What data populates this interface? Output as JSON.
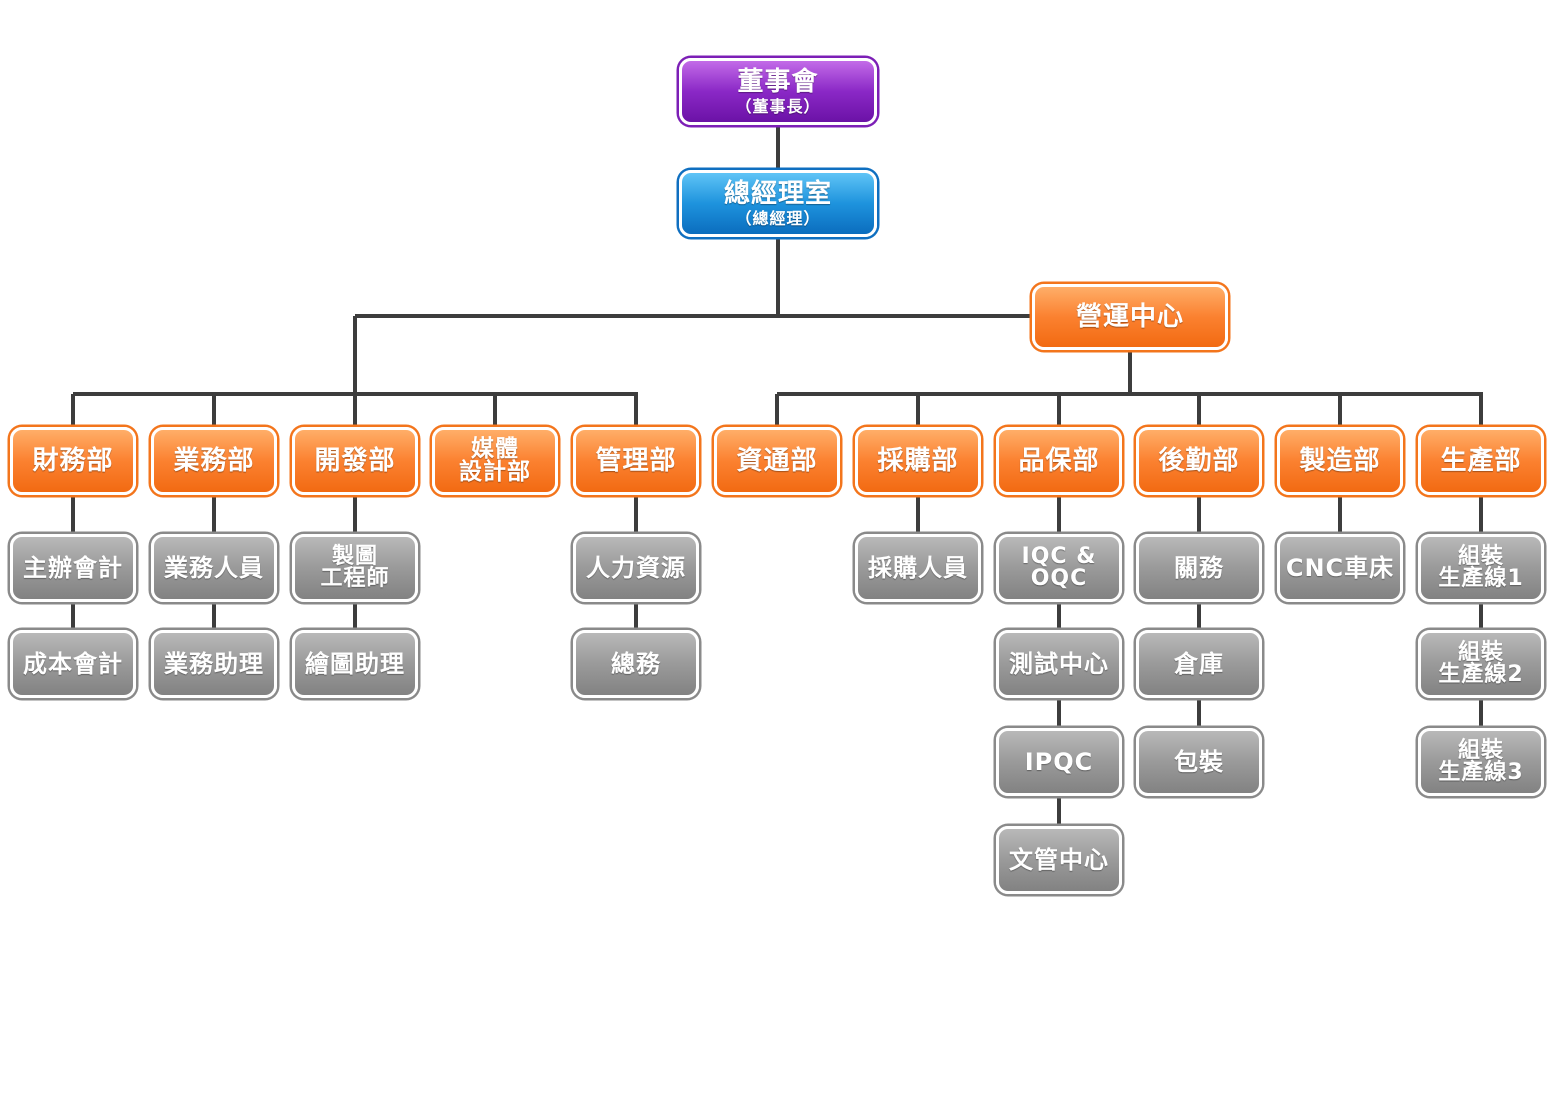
{
  "chart": {
    "board": {
      "main": "董事會",
      "sub": "（董事長）"
    },
    "gm": {
      "main": "總經理室",
      "sub": "（總經理）"
    },
    "ops_center": {
      "main": "營運中心"
    },
    "departments": [
      {
        "id": "finance",
        "label": "財務部",
        "units": [
          "主辦會計",
          "成本會計"
        ]
      },
      {
        "id": "sales",
        "label": "業務部",
        "units": [
          "業務人員",
          "業務助理"
        ]
      },
      {
        "id": "development",
        "label": "開發部",
        "units": [
          "製圖\n工程師",
          "繪圖助理"
        ]
      },
      {
        "id": "media-design",
        "label": "媒體\n設計部",
        "units": []
      },
      {
        "id": "management",
        "label": "管理部",
        "units": [
          "人力資源",
          "總務"
        ]
      },
      {
        "id": "it",
        "label": "資通部",
        "units": []
      },
      {
        "id": "purchasing",
        "label": "採購部",
        "units": [
          "採購人員"
        ]
      },
      {
        "id": "quality",
        "label": "品保部",
        "units": [
          "IQC &\nOQC",
          "測試中心",
          "IPQC",
          "文管中心"
        ]
      },
      {
        "id": "logistics",
        "label": "後勤部",
        "units": [
          "關務",
          "倉庫",
          "包裝"
        ]
      },
      {
        "id": "manufacturing",
        "label": "製造部",
        "units": [
          "CNC車床"
        ]
      },
      {
        "id": "production",
        "label": "生產部",
        "units": [
          "組裝\n生產線1",
          "組裝\n生產線2",
          "組裝\n生產線3"
        ]
      }
    ]
  }
}
